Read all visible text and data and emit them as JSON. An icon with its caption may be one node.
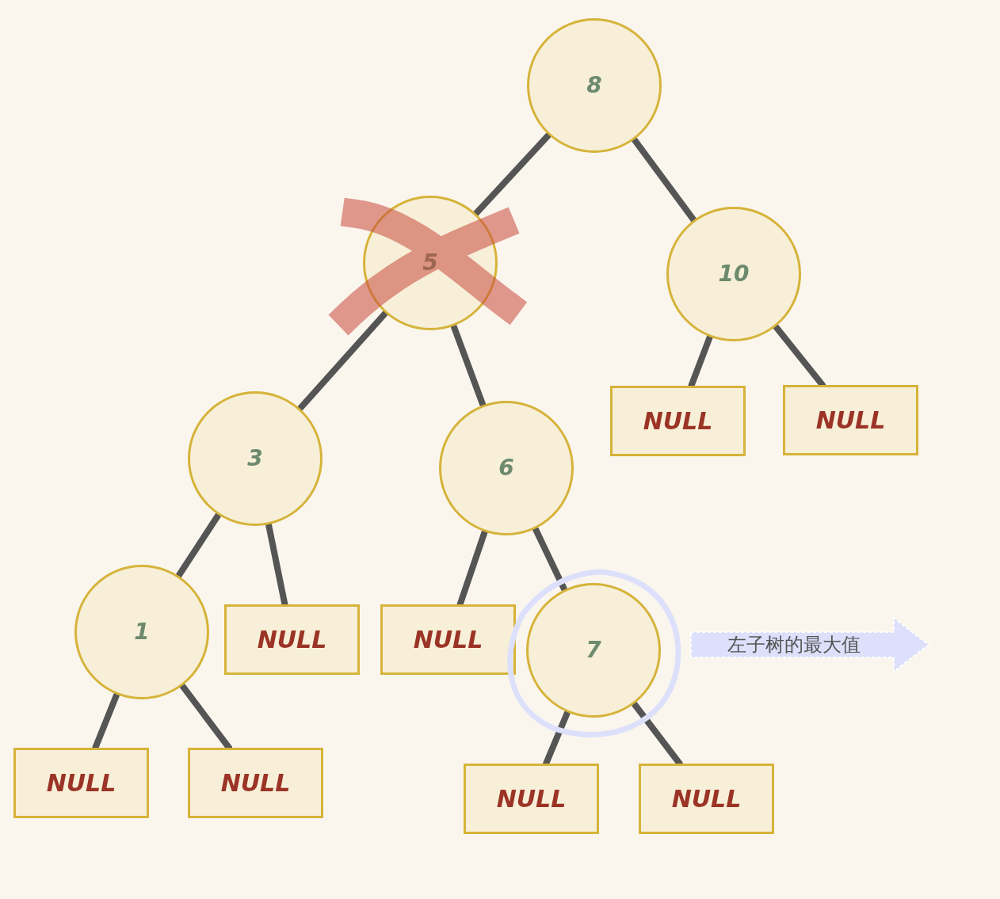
{
  "diagram": {
    "nodes": [
      {
        "text": [
          "8"
        ]
      },
      {
        "text": [
          "5"
        ]
      },
      {
        "text": [
          "10"
        ]
      },
      {
        "text": [
          "NULL"
        ]
      },
      {
        "text": [
          "NULL"
        ]
      },
      {
        "text": [
          "3"
        ]
      },
      {
        "text": [
          "6"
        ]
      },
      {
        "text": [
          "1"
        ]
      },
      {
        "text": [
          "NULL"
        ]
      },
      {
        "text": [
          "NULL"
        ]
      },
      {
        "text": [
          "7"
        ]
      },
      {
        "text": [
          "左子树的最大值"
        ]
      },
      {
        "text": [
          "NULL"
        ]
      },
      {
        "text": [
          "NULL"
        ]
      },
      {
        "text": [
          "NULL"
        ]
      },
      {
        "text": [
          "NULL"
        ]
      }
    ],
    "edges": [
      {
        "from": 0,
        "to": 1,
        "arrow": "none"
      },
      {
        "from": 0,
        "to": 2,
        "arrow": "none"
      },
      {
        "from": 1,
        "to": 5,
        "arrow": "none"
      },
      {
        "from": 1,
        "to": 6,
        "arrow": "none"
      },
      {
        "from": 2,
        "to": 3,
        "arrow": "none"
      },
      {
        "from": 2,
        "to": 4,
        "arrow": "none"
      },
      {
        "from": 5,
        "to": 7,
        "arrow": "none"
      },
      {
        "from": 5,
        "to": 8,
        "arrow": "none"
      },
      {
        "from": 6,
        "to": 9,
        "arrow": "none"
      },
      {
        "from": 6,
        "to": 10,
        "arrow": "none"
      },
      {
        "from": 7,
        "to": 12,
        "arrow": "none"
      },
      {
        "from": 7,
        "to": 13,
        "arrow": "none"
      },
      {
        "from": 10,
        "to": 14,
        "arrow": "none"
      },
      {
        "from": 10,
        "to": 15,
        "arrow": "none"
      }
    ]
  }
}
